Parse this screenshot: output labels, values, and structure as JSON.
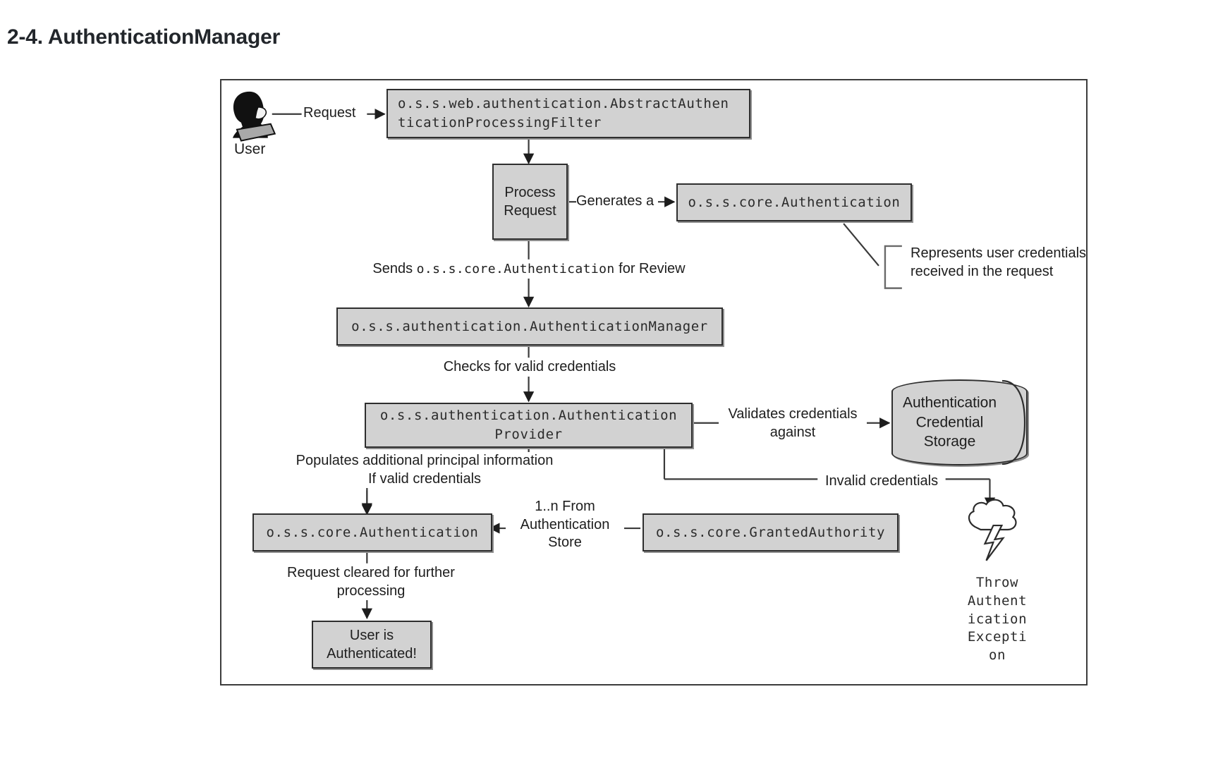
{
  "page": {
    "title": "2-4. AuthenticationManager"
  },
  "figure": {
    "actor": {
      "icon": "user-avatar-icon",
      "label": "User"
    },
    "nodes": {
      "filter": "o.s.s.web.authentication.AbstractAuthen\nticationProcessingFilter",
      "process_request": "Process\nRequest",
      "authentication_generated": "o.s.s.core.Authentication",
      "authentication_manager": "o.s.s.authentication.AuthenticationManager",
      "authentication_provider": "o.s.s.authentication.Authentication\nProvider",
      "credential_storage": "Authentication\nCredential\nStorage",
      "authentication_result": "o.s.s.core.Authentication",
      "granted_authority": "o.s.s.core.GrantedAuthority",
      "user_authenticated": "User is\nAuthenticated!"
    },
    "edge_labels": {
      "request": "Request",
      "generates_a": "Generates a",
      "sends_prefix": "Sends ",
      "sends_code": "o.s.s.core.Authentication",
      "sends_suffix": " for Review",
      "checks_credentials": "Checks for valid credentials",
      "validates_against": "Validates credentials\nagainst",
      "populates": "Populates additional principal information\nIf valid credentials",
      "from_store": "1..n From\nAuthentication\nStore",
      "invalid_credentials": "Invalid credentials",
      "request_cleared": "Request cleared for further\nprocessing"
    },
    "callouts": {
      "authentication_note": "Represents user credentials\nreceived in the request"
    },
    "exception": {
      "icon": "explosion-burst-icon",
      "text": "Throw\nAuthent\nication\nExcepti\non"
    }
  },
  "colors": {
    "node_fill": "#d2d2d2",
    "node_border": "#2e2e2e",
    "frame_border": "#3c3c3c",
    "text": "#1d1d1d",
    "page_background": "#ffffff"
  }
}
